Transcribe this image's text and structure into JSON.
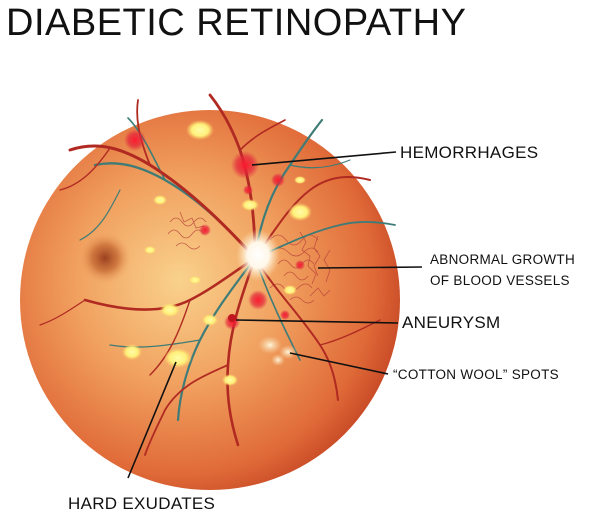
{
  "title": "DIABETIC RETINOPATHY",
  "labels": {
    "hemorrhages": "HEMORRHAGES",
    "abnormal_growth_line1": "ABNORMAL GROWTH",
    "abnormal_growth_line2": "OF BLOOD VESSELS",
    "aneurysm": "ANEURYSM",
    "cotton_wool": "“COTTON WOOL” SPOTS",
    "hard_exudates": "HARD EXUDATES"
  },
  "colors": {
    "retina_center": "#f8c27a",
    "retina_mid": "#ec8a4b",
    "retina_edge": "#c94a2a",
    "vessel_red": "#b3261e",
    "vessel_teal": "#3d7a76",
    "exudate": "#fff27a",
    "hemorrhage": "#e01c2a"
  }
}
